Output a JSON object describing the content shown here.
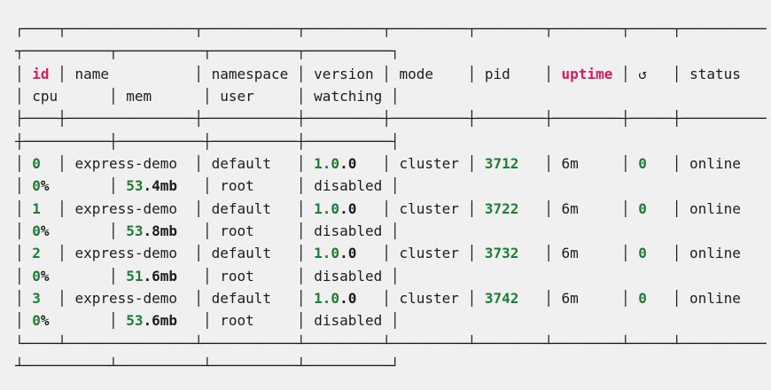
{
  "terminal": {
    "background": "#f0f0f0",
    "foreground": "#1a1c20",
    "red": "#d81b60",
    "green": "#1d7d35",
    "restart_icon_glyph": "↺"
  },
  "table": {
    "columns_line1": [
      {
        "label": "id",
        "width": 4,
        "label_color": "red",
        "value_style": "green"
      },
      {
        "label": "name",
        "width": 15
      },
      {
        "label": "namespace",
        "width": 11
      },
      {
        "label": "version",
        "width": 9,
        "value_style": "ver"
      },
      {
        "label": "mode",
        "width": 9
      },
      {
        "label": "pid",
        "width": 8,
        "value_style": "green"
      },
      {
        "label": "uptime",
        "width": 8,
        "label_color": "red"
      },
      {
        "label": "↺",
        "width": 5,
        "value_style": "green"
      },
      {
        "label": "status",
        "width": 10
      }
    ],
    "columns_line2": [
      {
        "label": "cpu",
        "width": 10,
        "value_style": "int"
      },
      {
        "label": "mem",
        "width": 10,
        "value_style": "int"
      },
      {
        "label": "user",
        "width": 10
      },
      {
        "label": "watching",
        "width": 10
      }
    ],
    "rows": [
      {
        "line1": [
          "0",
          "express-demo",
          "default",
          "1.0.0",
          "cluster",
          "3712",
          "6m",
          "0",
          "online"
        ],
        "line2": [
          "0%",
          "53.4mb",
          "root",
          "disabled"
        ]
      },
      {
        "line1": [
          "1",
          "express-demo",
          "default",
          "1.0.0",
          "cluster",
          "3722",
          "6m",
          "0",
          "online"
        ],
        "line2": [
          "0%",
          "53.8mb",
          "root",
          "disabled"
        ]
      },
      {
        "line1": [
          "2",
          "express-demo",
          "default",
          "1.0.0",
          "cluster",
          "3732",
          "6m",
          "0",
          "online"
        ],
        "line2": [
          "0%",
          "51.6mb",
          "root",
          "disabled"
        ]
      },
      {
        "line1": [
          "3",
          "express-demo",
          "default",
          "1.0.0",
          "cluster",
          "3742",
          "6m",
          "0",
          "online"
        ],
        "line2": [
          "0%",
          "53.6mb",
          "root",
          "disabled"
        ]
      }
    ]
  }
}
